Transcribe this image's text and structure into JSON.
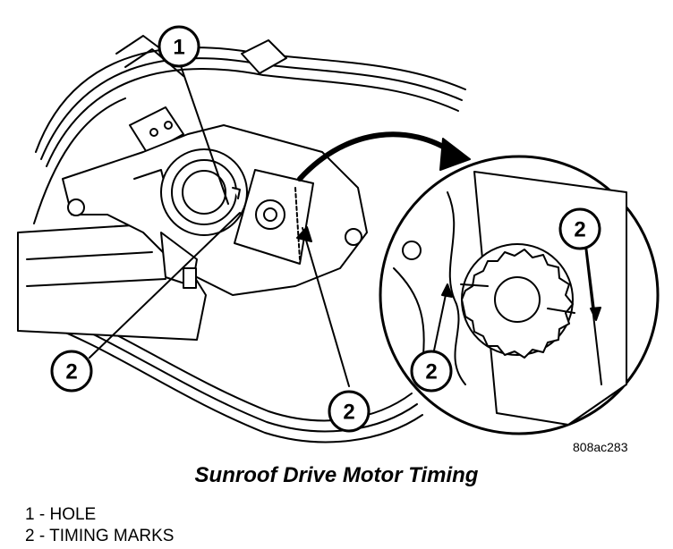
{
  "figure_id": "808ac283",
  "caption": "Sunroof Drive Motor Timing",
  "callouts": {
    "hole": "1",
    "timing_marks": "2"
  },
  "legend": [
    {
      "number": "1",
      "separator": " - ",
      "label": "HOLE"
    },
    {
      "number": "2",
      "separator": " - ",
      "label": "TIMING MARKS"
    }
  ]
}
